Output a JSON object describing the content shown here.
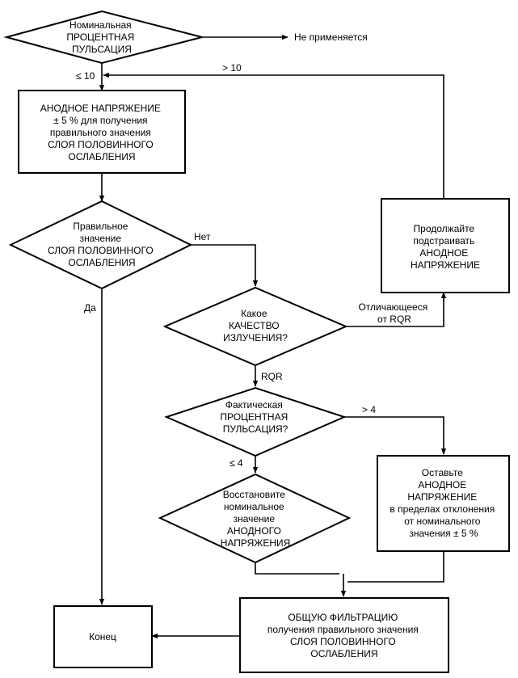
{
  "nodes": {
    "ripple_nominal": {
      "lines": [
        "Номинальная",
        "ПРОЦЕНТНАЯ",
        "ПУЛЬСАЦИЯ"
      ]
    },
    "anode_set": {
      "lines": [
        "АНОДНОЕ НАПРЯЖЕНИЕ",
        "± 5 % для получения",
        "правильного значения",
        "СЛОЯ ПОЛОВИННОГО",
        "ОСЛАБЛЕНИЯ"
      ]
    },
    "hvl_check": {
      "lines": [
        "Правильное",
        "значение",
        "СЛОЯ ПОЛОВИННОГО",
        "ОСЛАБЛЕНИЯ"
      ]
    },
    "continue_adjust": {
      "lines": [
        "Продолжайте",
        "подстраивать",
        "АНОДНОЕ",
        "НАПРЯЖЕНИЕ"
      ]
    },
    "quality": {
      "lines": [
        "Какое",
        "КАЧЕСТВО",
        "ИЗЛУЧЕНИЯ?"
      ]
    },
    "ripple_actual": {
      "lines": [
        "Фактическая",
        "ПРОЦЕНТНАЯ",
        "ПУЛЬСАЦИЯ?"
      ]
    },
    "restore": {
      "lines": [
        "Восстановите",
        "номинальное",
        "значение",
        "АНОДНОГО",
        "НАПРЯЖЕНИЯ"
      ]
    },
    "leave": {
      "lines": [
        "Оставьте",
        "АНОДНОЕ",
        "НАПРЯЖЕНИЕ",
        "в пределах отклонения",
        "от номинального",
        "значения ± 5 %"
      ]
    },
    "filtration": {
      "lines": [
        "ОБЩУЮ ФИЛЬТРАЦИЮ",
        "получения правильного значения",
        "СЛОЯ ПОЛОВИННОГО",
        "ОСЛАБЛЕНИЯ"
      ]
    },
    "end": {
      "lines": [
        "Конец"
      ]
    }
  },
  "edge_labels": {
    "not_applicable": "Не применяется",
    "le10": "≤ 10",
    "gt10": "> 10",
    "no": "Нет",
    "yes": "Да",
    "other_rqr": [
      "Отличающееся",
      "от RQR"
    ],
    "rqr": "RQR",
    "gt4": "> 4",
    "le4": "≤ 4"
  }
}
